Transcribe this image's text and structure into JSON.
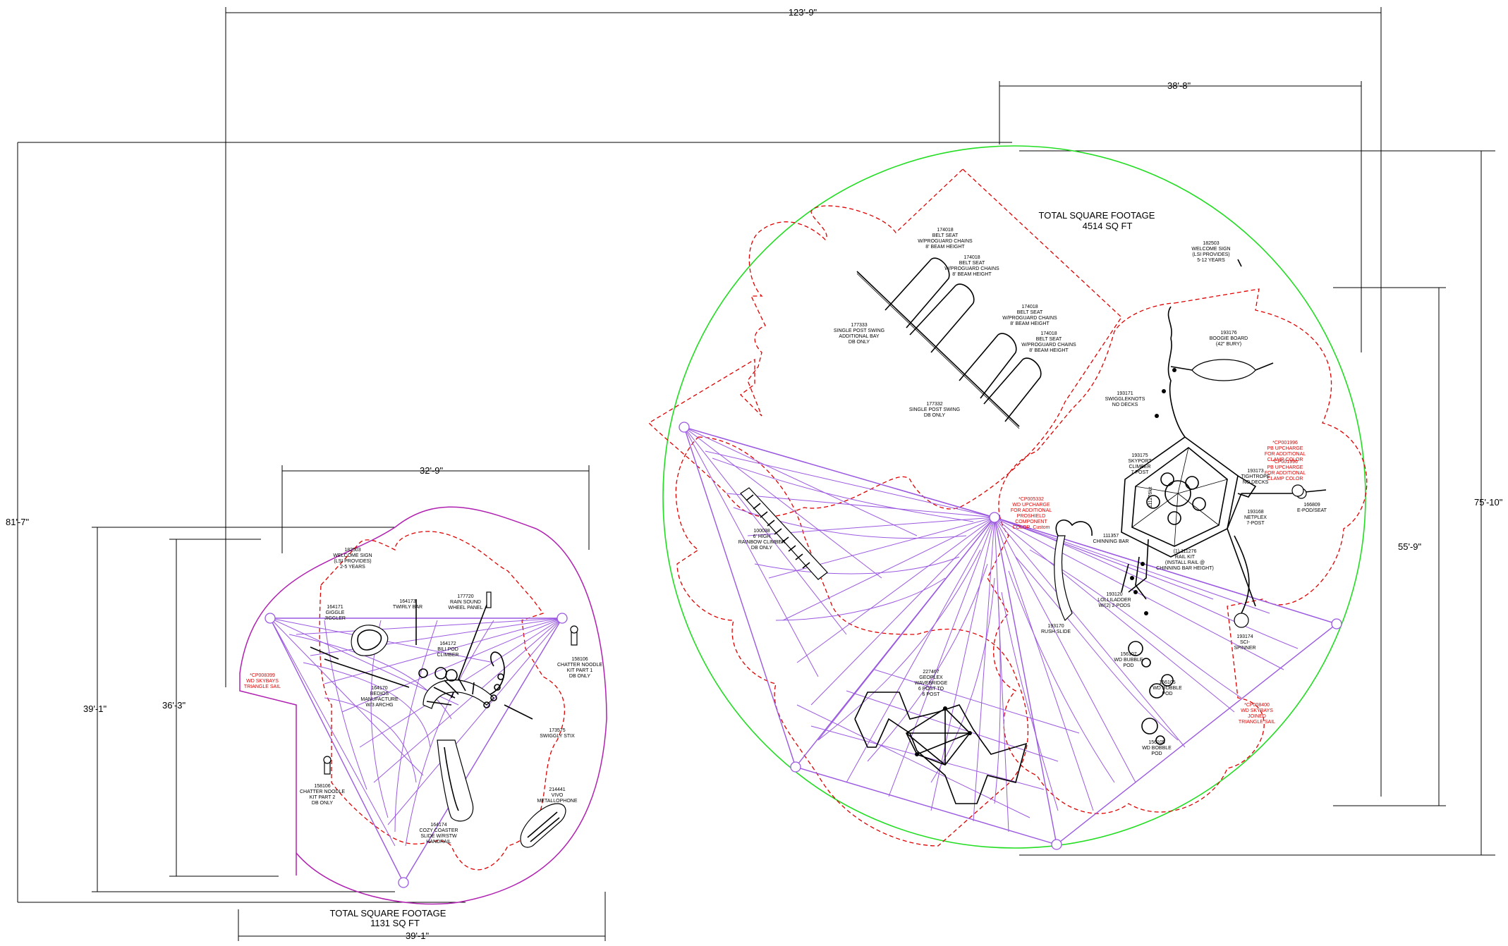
{
  "dimensions": {
    "overall_width": "123'-9\"",
    "overall_height": "81'-7\"",
    "large_top_offset": "38'-8\"",
    "large_height_a": "75'-10\"",
    "large_height_b": "55'-9\"",
    "small_top": "32'-9\"",
    "small_height_a": "39'-1\"",
    "small_height_b": "36'-3\"",
    "small_bottom": "39'-1\""
  },
  "large_area": {
    "title": "TOTAL SQUARE FOOTAGE",
    "value": "4514 SQ FT",
    "labels": {
      "l174018a": [
        "174018",
        "BELT SEAT",
        "W/PROGUARD CHAINS",
        "8' BEAM HEIGHT"
      ],
      "l174018b": [
        "174018",
        "BELT SEAT",
        "W/PROGUARD CHAINS",
        "8' BEAM HEIGHT"
      ],
      "l174018c": [
        "174018",
        "BELT SEAT",
        "W/PROGUARD CHAINS",
        "8' BEAM HEIGHT"
      ],
      "l174018d": [
        "174018",
        "BELT SEAT",
        "W/PROGUARD CHAINS",
        "8' BEAM HEIGHT"
      ],
      "l177333": [
        "177333",
        "SINGLE POST SWING",
        "ADDITIONAL BAY",
        "DB ONLY"
      ],
      "l177332": [
        "177332",
        "SINGLE POST SWING",
        "DB ONLY"
      ],
      "l182503": [
        "182503",
        "WELCOME SIGN",
        "(LSI PROVIDES)",
        "5-12 YEARS"
      ],
      "l193176": [
        "193176",
        "BOOGIE BOARD",
        "(42\" BURY)"
      ],
      "l193171": [
        "193171",
        "SWIGGLEKNOTS",
        "NO DECKS"
      ],
      "l193175": [
        "193175",
        "SKYPORT",
        "CLIMBER",
        "7 POST"
      ],
      "l193173": [
        "193173",
        "TIGHTROPE",
        "NO DECKS"
      ],
      "l193168": [
        "193168",
        "NETPLEX",
        "7-POST"
      ],
      "l166809": [
        "166809",
        "E-POD/SEAT"
      ],
      "l111357": [
        "111357",
        "CHINNING BAR"
      ],
      "l111276": [
        "(1)   111276",
        "RAIL KIT",
        "(INSTALL RAIL @",
        "CHINNING BAR HEIGHT)"
      ],
      "l100038": [
        "100038",
        "6' HIGH",
        "RAINBOW CLIMBER",
        "DB ONLY"
      ],
      "l193170": [
        "193170",
        "RUSH SLIDE"
      ],
      "l193120": [
        "193120",
        "LOLLILADDER",
        "W/(2) 2-PODS"
      ],
      "l193174": [
        "193174",
        "SCI-",
        "SPINNER"
      ],
      "l156107": [
        "156107",
        "WD BUBBLE",
        "POD"
      ],
      "l156105a": [
        "156105",
        "WD BOBBLE",
        "POD"
      ],
      "l156105b": [
        "156105",
        "WD BOBBLE",
        "POD"
      ],
      "l227467": [
        "227467",
        "GEOPLEX",
        "WAVEBRIDGE",
        "6 POST TO",
        "6 POST"
      ],
      "vert_label": "111276kit"
    },
    "red_notes": {
      "r1": [
        "*CP001996",
        "PB UPCHARGE",
        "FOR ADDITIONAL",
        "CLAMP COLOR"
      ],
      "r2": [
        "*CP001996",
        "PB UPCHARGE",
        "FOR ADDITIONAL",
        "CLAMP COLOR"
      ],
      "r3": [
        "*CP005332",
        "WD UPCHARGE",
        "FOR ADDITIONAL",
        "PROSHIELD",
        "COMPONENT",
        "COLOR, Custom"
      ],
      "r4": [
        "*CP008400",
        "WD SKYBAYS",
        "JOINED",
        "TRIANGLE SAIL"
      ]
    }
  },
  "small_area": {
    "title": "TOTAL SQUARE FOOTAGE",
    "value": "1131 SQ FT",
    "labels": {
      "s182503": [
        "182503",
        "WELCOME SIGN",
        "(LSI PROVIDES)",
        "2-5 YEARS"
      ],
      "s164171": [
        "164171",
        "GIGGLE",
        "JIGGLER"
      ],
      "s164173": [
        "164173",
        "TWIRLY BAR"
      ],
      "s177720": [
        "177720",
        "RAIN SOUND",
        "WHEEL PANEL"
      ],
      "s164172": [
        "164172",
        "BILI POD",
        "CLIMBER"
      ],
      "s164170": [
        "164170",
        "BEDIOS",
        "MANUFACTURE",
        "W/3 ARCHG"
      ],
      "s158106a": [
        "158106",
        "CHATTER NOODLE",
        "KIT PART 1",
        "DB ONLY"
      ],
      "s173575": [
        "173575",
        "SWIGGLY STIX"
      ],
      "s214441": [
        "214441",
        "VIVO",
        "METALLOPHONE"
      ],
      "s158106b": [
        "158106",
        "CHATTER NOODLE",
        "KIT PART 2",
        "DB ONLY"
      ],
      "s164174": [
        "164174",
        "COZY COASTER",
        "SLIDE W/RSTW",
        "HANDRAIL"
      ]
    },
    "red_notes": {
      "sr1": [
        "*CP008399",
        "WD SKYBAYS",
        "TRIANGLE SAIL"
      ]
    }
  },
  "colors": {
    "net": "#9a59e0",
    "use_zone": "#e00000",
    "large_boundary": "#22dd22",
    "small_boundary": "#b020b0"
  }
}
